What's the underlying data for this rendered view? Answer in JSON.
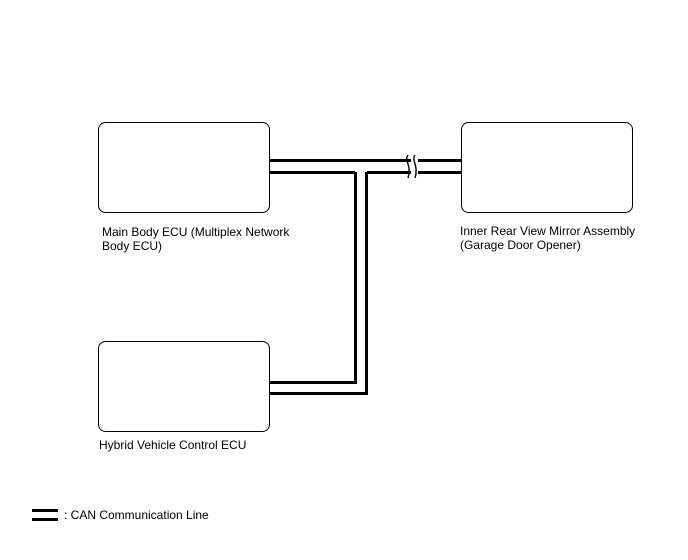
{
  "nodes": {
    "main_body_ecu": {
      "label_line1": "Main Body ECU (Multiplex Network",
      "label_line2": "Body ECU)"
    },
    "inner_rear_view_mirror": {
      "label_line1": "Inner Rear View Mirror Assembly",
      "label_line2": "(Garage Door Opener)"
    },
    "hybrid_vehicle_control_ecu": {
      "label": "Hybrid Vehicle Control ECU"
    }
  },
  "legend": {
    "symbol": "double-line-icon",
    "text": ": CAN Communication Line"
  },
  "connections": [
    {
      "from": "main_body_ecu",
      "to": "inner_rear_view_mirror",
      "type": "CAN Communication Line",
      "break_mark": true
    },
    {
      "from": "hybrid_vehicle_control_ecu",
      "to": "bus",
      "type": "CAN Communication Line"
    }
  ],
  "colors": {
    "line": "#000000",
    "background": "#ffffff"
  }
}
